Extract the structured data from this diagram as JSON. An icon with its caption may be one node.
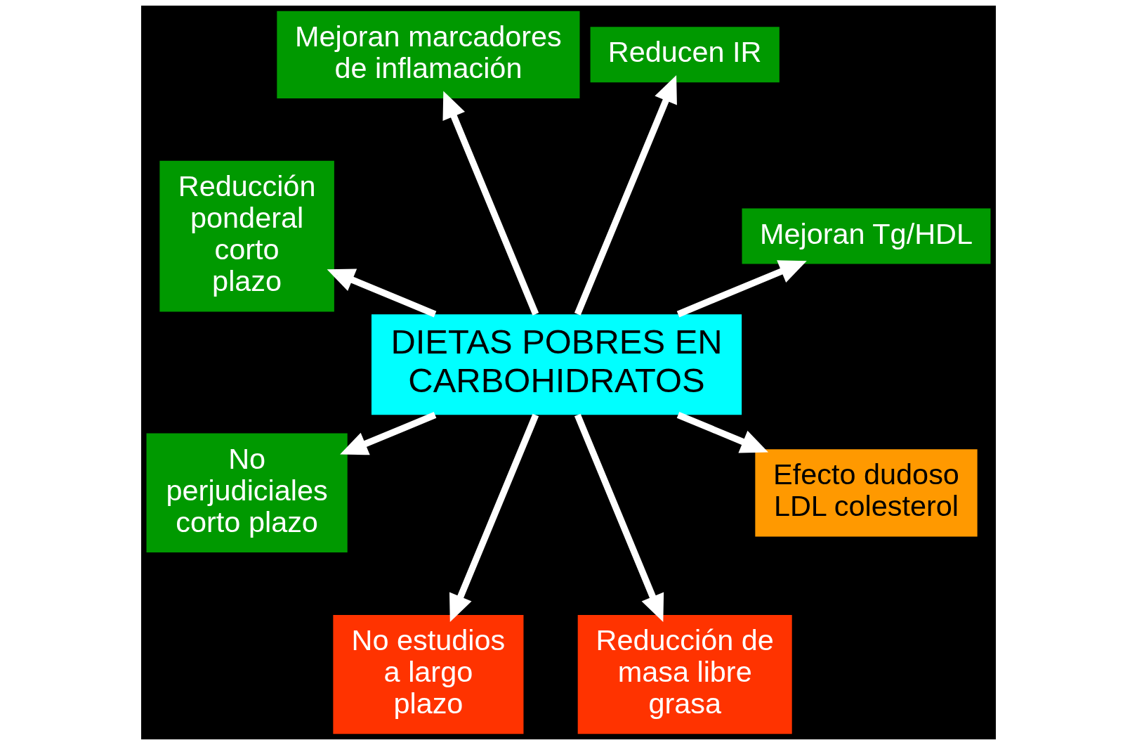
{
  "diagram": {
    "nodes": [
      {
        "text": [
          "DIETAS POBRES EN CARBOHIDRATOS"
        ]
      },
      {
        "text": [
          "Mejoran Tg/HDL"
        ]
      },
      {
        "text": [
          "Reducen IR"
        ]
      },
      {
        "text": [
          "Mejoran marcadores de inflamación"
        ]
      },
      {
        "text": [
          "Reducción ponderal corto plazo"
        ]
      },
      {
        "text": [
          "No perjudiciales corto plazo"
        ]
      },
      {
        "text": [
          "No estudios a largo plazo"
        ]
      },
      {
        "text": [
          "Reducción de masa libre grasa"
        ]
      },
      {
        "text": [
          "Efecto dudoso LDL colesterol"
        ]
      }
    ],
    "edges": [
      {
        "from": 0,
        "to": 1,
        "arrow": "to"
      },
      {
        "from": 0,
        "to": 2,
        "arrow": "to"
      },
      {
        "from": 0,
        "to": 3,
        "arrow": "to"
      },
      {
        "from": 0,
        "to": 4,
        "arrow": "to"
      },
      {
        "from": 0,
        "to": 5,
        "arrow": "to"
      },
      {
        "from": 0,
        "to": 6,
        "arrow": "to"
      },
      {
        "from": 0,
        "to": 7,
        "arrow": "to"
      },
      {
        "from": 0,
        "to": 8,
        "arrow": "to"
      }
    ]
  }
}
